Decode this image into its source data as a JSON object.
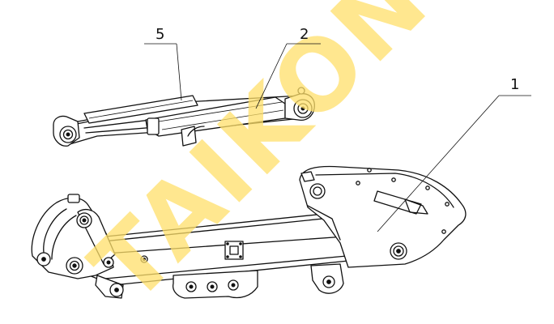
{
  "figure": {
    "watermark": "TAIKON",
    "callouts": [
      {
        "label": "5",
        "part": "cylinder-rod-guard"
      },
      {
        "label": "2",
        "part": "hydraulic-cylinder"
      },
      {
        "label": "1",
        "part": "boom-arm"
      }
    ]
  }
}
